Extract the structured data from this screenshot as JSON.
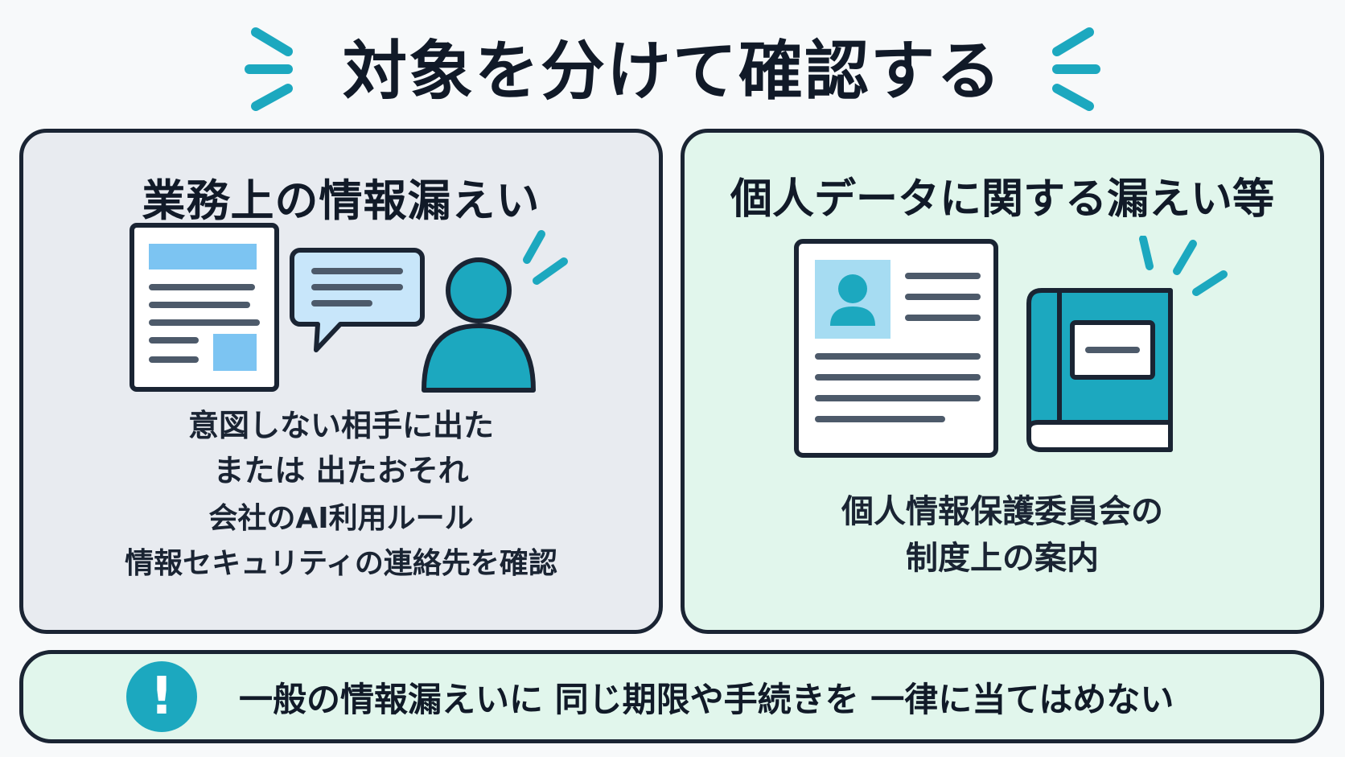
{
  "title": "対象を分けて確認する",
  "left": {
    "title": "業務上の情報漏えい",
    "desc": [
      "意図しない相手に出た",
      "または 出たおそれ"
    ],
    "note": [
      "会社のAI利用ルール",
      "情報セキュリティの連絡先を確認"
    ]
  },
  "right": {
    "title": "個人データに関する漏えい等",
    "desc": [
      "個人情報保護委員会の",
      "制度上の案内"
    ]
  },
  "footer": {
    "icon": "exclamation-icon",
    "icon_glyph": "!",
    "text": "一般の情報漏えいに 同じ期限や手続きを 一律に当てはめない"
  },
  "colors": {
    "accent": "#1ca8bf",
    "light_blue": "#7cc4f2",
    "outline": "#1a2433",
    "left_bg": "#e8ebf0",
    "right_bg": "#e1f6ec"
  }
}
